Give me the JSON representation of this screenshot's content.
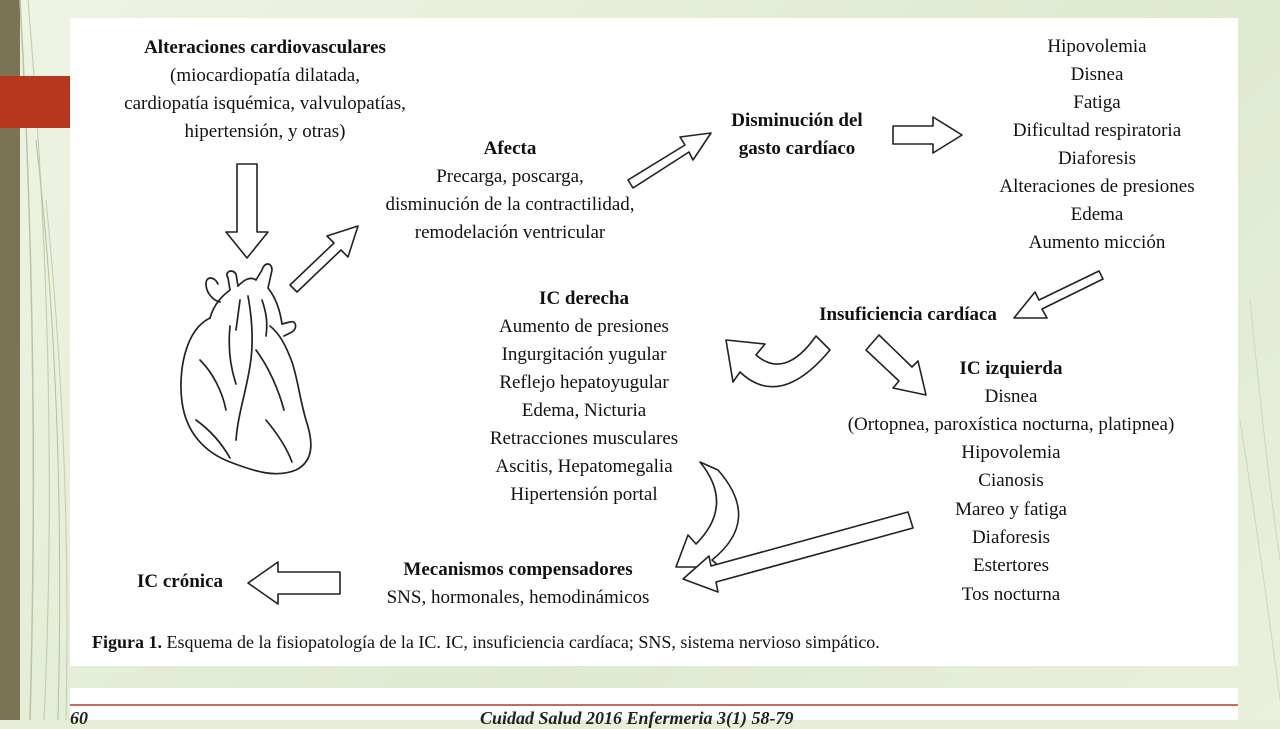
{
  "colors": {
    "accent": "#b6371e",
    "left_band": "#7a7454",
    "background": "#e6eed8",
    "figure": "#ffffff"
  },
  "diagram": {
    "alteraciones": {
      "title": "Alteraciones cardiovasculares",
      "lines": [
        "(miocardiopatía dilatada,",
        "cardiopatía isquémica, valvulopatías,",
        "hipertensión,  y otras)"
      ]
    },
    "afecta": {
      "title": "Afecta",
      "lines": [
        "Precarga, poscarga,",
        "disminución de la contractilidad,",
        "remodelación ventricular"
      ]
    },
    "disminucion": {
      "line1": "Disminución del",
      "line2": "gasto cardíaco"
    },
    "symptoms": [
      "Hipovolemia",
      "Disnea",
      "Fatiga",
      "Dificultad respiratoria",
      "Diaforesis",
      "Alteraciones de presiones",
      "Edema",
      "Aumento micción"
    ],
    "insuficiencia": "Insuficiencia cardíaca",
    "ic_derecha": {
      "title": "IC derecha",
      "items": [
        "Aumento de presiones",
        "Ingurgitación yugular",
        "Reflejo hepatoyugular",
        "Edema, Nicturia",
        "Retracciones musculares",
        "Ascitis, Hepatomegalia",
        "Hipertensión portal"
      ]
    },
    "ic_izquierda": {
      "title": "IC izquierda",
      "items": [
        "Disnea",
        "(Ortopnea, paroxística nocturna, platipnea)",
        "Hipovolemia",
        "Cianosis",
        "Mareo y fatiga",
        "Diaforesis",
        "Estertores",
        "Tos nocturna"
      ]
    },
    "mecanismos": {
      "title": "Mecanismos compensadores",
      "subtitle": "SNS, hormonales, hemodinámicos"
    },
    "ic_cronica": "IC crónica",
    "caption": {
      "label": "Figura 1.",
      "text": " Esquema de la fisiopatología de la IC. IC, insuficiencia cardíaca; SNS, sistema nervioso simpático."
    }
  },
  "footer": {
    "page": "60",
    "journal": "Cuidad Salud 2016 Enfermeria 3(1) 58-79"
  }
}
